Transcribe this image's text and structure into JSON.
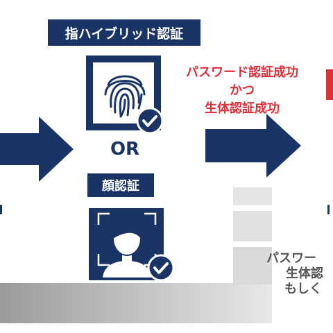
{
  "labels": {
    "hybrid_fingerprint": "指ハイブリッド認証",
    "or": "OR",
    "face": "顔認証"
  },
  "success_text": {
    "line1": "パスワード認証成功",
    "line2": "かつ",
    "line3": "生体認証成功"
  },
  "partial_text": {
    "line1": "パスワー",
    "line2": "生体認",
    "line3": "もしく"
  },
  "icons": {
    "fingerprint": "fingerprint-icon",
    "face": "face-scan-icon",
    "check": "check-circle-icon",
    "arrow": "arrow-right-icon"
  },
  "colors": {
    "navy": "#1a3466",
    "red": "#e0303a",
    "gray": "#d4d4d4"
  }
}
